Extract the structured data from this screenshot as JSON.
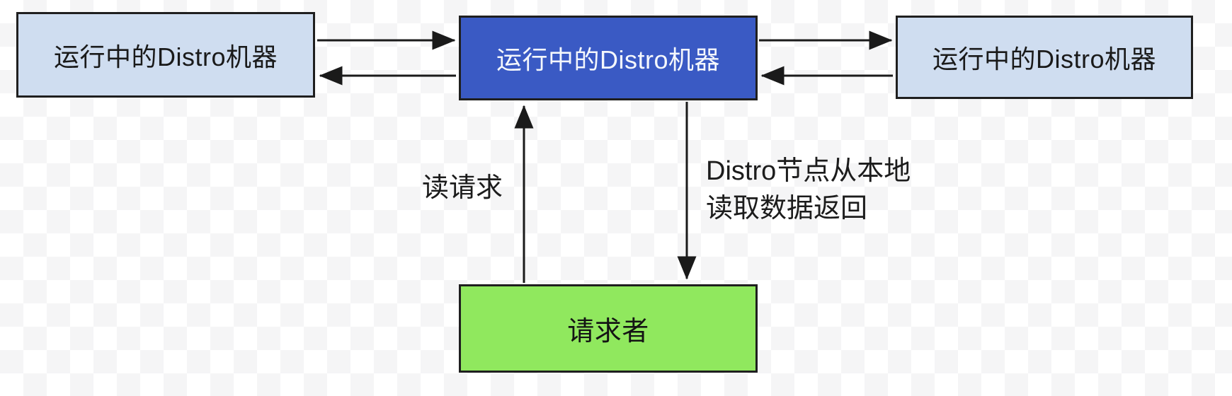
{
  "diagram": {
    "title": "Distro read-request flow diagram",
    "background": {
      "checker_light": "#ffffff",
      "checker_dark": "#f5f5f6"
    },
    "nodes": [
      {
        "id": "distro-left",
        "label": "运行中的Distro机器",
        "fill": "#cfddf0",
        "text_color": "#1a1a1a",
        "border_color": "#1f1f1f"
      },
      {
        "id": "distro-center",
        "label": "运行中的Distro机器",
        "fill": "#3a5ac4",
        "text_color": "#f4f7fc",
        "border_color": "#14161c"
      },
      {
        "id": "distro-right",
        "label": "运行中的Distro机器",
        "fill": "#cfddf0",
        "text_color": "#1a1a1a",
        "border_color": "#1f1f1f"
      },
      {
        "id": "requester",
        "label": "请求者",
        "fill": "#90e85e",
        "text_color": "#141414",
        "border_color": "#1f1f1f"
      }
    ],
    "edges": [
      {
        "id": "left-to-center",
        "from": "distro-left",
        "to": "distro-center",
        "direction": "right"
      },
      {
        "id": "center-to-left",
        "from": "distro-center",
        "to": "distro-left",
        "direction": "left"
      },
      {
        "id": "center-to-right",
        "from": "distro-center",
        "to": "distro-right",
        "direction": "right"
      },
      {
        "id": "right-to-center",
        "from": "distro-right",
        "to": "distro-center",
        "direction": "left"
      },
      {
        "id": "requester-to-center",
        "from": "requester",
        "to": "distro-center",
        "direction": "up",
        "label": "读请求"
      },
      {
        "id": "center-to-requester",
        "from": "distro-center",
        "to": "requester",
        "direction": "down",
        "label": "Distro节点从本地读取数据返回"
      }
    ],
    "edge_labels": {
      "read_request": "读请求",
      "local_read_line1": "Distro节点从本地",
      "local_read_line2": "读取数据返回"
    },
    "arrow_color": "#1a1a1a"
  }
}
